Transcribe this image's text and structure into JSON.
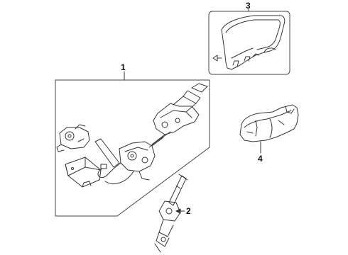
{
  "diagram": {
    "callouts": [
      {
        "id": "1",
        "text": "1"
      },
      {
        "id": "2",
        "text": "2"
      },
      {
        "id": "3",
        "text": "3"
      },
      {
        "id": "4",
        "text": "4"
      }
    ],
    "line_color": "#333333"
  }
}
